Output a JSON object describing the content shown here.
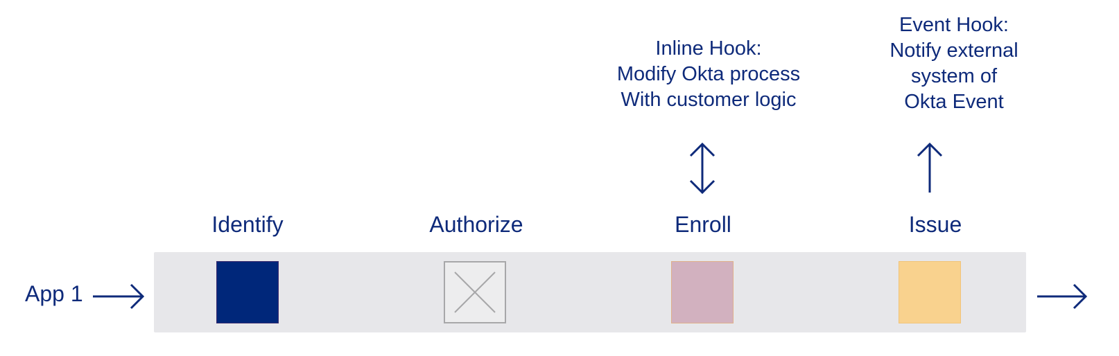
{
  "flow": {
    "source_label": "App 1",
    "stages": [
      {
        "label": "Identify",
        "state": "active"
      },
      {
        "label": "Authorize",
        "state": "disabled"
      },
      {
        "label": "Enroll",
        "state": "inline-hook"
      },
      {
        "label": "Issue",
        "state": "event-hook"
      }
    ]
  },
  "hooks": {
    "inline": [
      "Inline Hook:",
      "Modify Okta process",
      "With customer logic"
    ],
    "event": [
      "Event Hook:",
      "Notify external",
      "system of",
      "Okta Event"
    ]
  },
  "colors": {
    "text": "#0e2a7a",
    "band": "#e7e7ea",
    "identify": "#00277a",
    "authorize": "#ededee",
    "enroll": "#d2b1bf",
    "issue": "#f9d28e"
  },
  "icons": {
    "inline_hook": "bidirectional-arrow-icon",
    "event_hook": "up-arrow-icon",
    "flow": "right-arrow-icon",
    "authorize": "x-mark-icon"
  }
}
